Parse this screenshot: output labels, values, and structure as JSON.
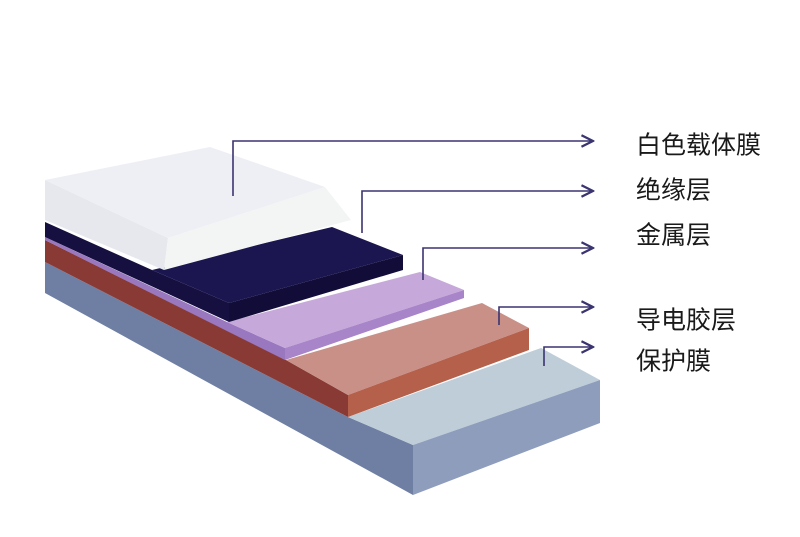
{
  "diagram": {
    "layers": [
      {
        "name": "白色载体膜",
        "color": "#eeeff4"
      },
      {
        "name": "绝缘层",
        "color": "#1b1650"
      },
      {
        "name": "金属层",
        "color": "#c6a8da"
      },
      {
        "name": "导电胶层",
        "color": "#c99088"
      },
      {
        "name": "保护膜",
        "color": "#bfcdd8"
      }
    ],
    "leader_color": "#3a3470"
  }
}
